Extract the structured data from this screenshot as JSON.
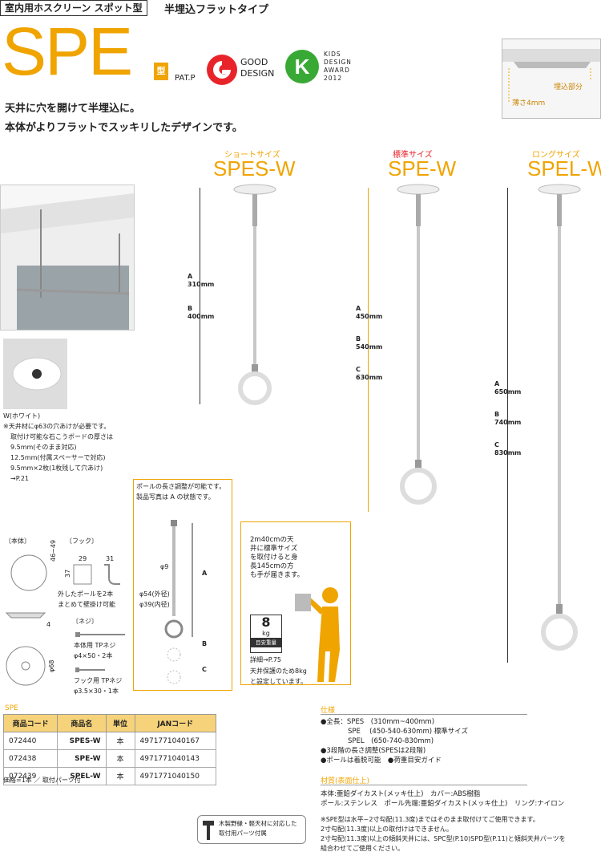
{
  "header": {
    "badge": "室内用ホスクリーン スポット型",
    "subtitle": "半埋込フラットタイプ"
  },
  "logo": {
    "main": "SPE",
    "kata": "型",
    "patp": "PAT.P",
    "gd_line1": "GOOD",
    "gd_line2": "DESIGN",
    "kd_mark": "K",
    "kd_l1": "KIDS",
    "kd_l2": "DESIGN",
    "kd_l3": "AWARD",
    "kd_l4": "2012"
  },
  "intro": {
    "line1": "天井に穴を開けて半埋込に。",
    "line2": "本体がよりフラットでスッキリしたデザインです。"
  },
  "inset": {
    "label_buried": "埋込部分",
    "label_thin": "薄さ4mm"
  },
  "products": [
    {
      "size_label": "ショートサイズ",
      "name": "SPES-W",
      "A": "310mm",
      "B": "400mm"
    },
    {
      "size_label": "標準サイズ",
      "name": "SPE-W",
      "A": "450mm",
      "B": "540mm",
      "C": "630mm"
    },
    {
      "size_label": "ロングサイズ",
      "name": "SPEL-W",
      "A": "650mm",
      "B": "740mm",
      "C": "830mm"
    }
  ],
  "letters": {
    "a": "A",
    "b": "B",
    "c": "C"
  },
  "color_note": {
    "title": "W(ホワイト)",
    "lines": [
      "※天井材にφ63の穴あけが必要です。",
      "取付け可能な石こうボードの厚さは",
      "9.5mm(そのまま対応)",
      "12.5mm(付属スペーサーで対応)",
      "9.5mm×2枚(1枚残して穴あけ)",
      "→P.21"
    ]
  },
  "dims": {
    "body_title": "〔本体〕",
    "hook_title": "〔フック〕",
    "screw_title": "〔ネジ〕",
    "d_46_49": "46~49",
    "d_37": "37",
    "d_29": "29",
    "d_31": "31",
    "d_4": "4",
    "d_68": "φ68",
    "hook_note1": "外したポールを2本",
    "hook_note2": "まとめて壁掛け可能",
    "screw1a": "本体用 TPネジ",
    "screw1b": "φ4×50・2本",
    "screw2a": "フック用 TPネジ",
    "screw2b": "φ3.5×30・1本"
  },
  "pole_note": {
    "line1": "ポールの長さ調整が可能です。",
    "line2": "製品写真は A の状態です。",
    "d9": "φ9",
    "d54": "φ54(外径)",
    "d39": "φ39(内径)"
  },
  "person_note": {
    "line1": "2m40cmの天",
    "line2": "井に標準サイズ",
    "line3": "を取付けると身",
    "line4": "長145cmの方",
    "line5": "も手が届きます。",
    "weight_num": "8",
    "weight_unit": "kg",
    "weight_label": "目安重量",
    "detail": "詳細→P.75",
    "load1": "天井保護のため8kg",
    "load2": "と設定しています。"
  },
  "table": {
    "section": "SPE",
    "headers": [
      "商品コード",
      "商品名",
      "単位",
      "JANコード"
    ],
    "rows": [
      [
        "072440",
        "SPES-W",
        "本",
        "4971771040167"
      ],
      [
        "072438",
        "SPE-W",
        "本",
        "4971771040143"
      ],
      [
        "072439",
        "SPEL-W",
        "本",
        "4971771040150"
      ]
    ],
    "price_note": "価格=1本 ／ 取付パーツ付"
  },
  "wood_badge": {
    "line1": "木製野縁・軽天材に対応した",
    "line2": "取付用パーツ付属"
  },
  "spec": {
    "title": "仕様",
    "lines": [
      "●全長：SPES　(310mm~400mm)",
      "　　　　SPE　 (450-540-630mm) 標準サイズ",
      "　　　　SPEL　(650-740-830mm)",
      "●3段階の長さ調整(SPESは2段階)",
      "●ポールは着脱可能　●荷重目安ガイド"
    ],
    "material_title": "材質(表面仕上)",
    "material_lines": [
      "本体:亜鉛ダイカスト(メッキ仕上)　カバー:ABS樹脂",
      "ポール:ステンレス　ポール先端:亜鉛ダイカスト(メッキ仕上)　リング:ナイロン"
    ],
    "notes": [
      "※SPE型は水平~2寸勾配(11.3度)まではそのまま取付けてご使用できます。",
      "2寸勾配(11.3度)以上の取付けはできません。",
      "2寸勾配(11.3度)以上の傾斜天井には、SPC型(P.10)SPD型(P.11)と傾斜天井パーツを",
      "組合わせてご使用ください。"
    ]
  }
}
